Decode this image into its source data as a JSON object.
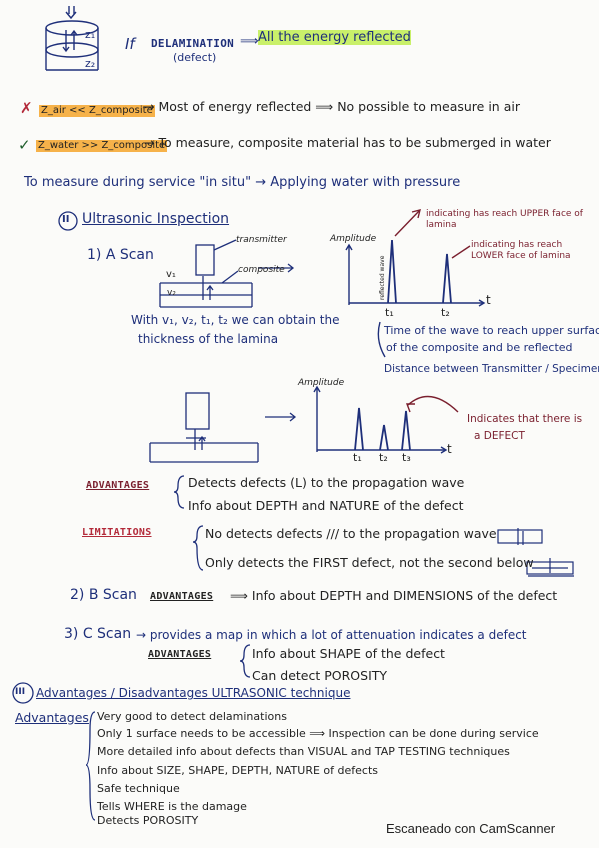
{
  "top": {
    "z1": "z₁",
    "z2": "z₂",
    "if_word": "If",
    "delam": "DELAMINATION",
    "arrow": "⟹",
    "all_reflected": "All the energy reflected",
    "defect_paren": "(defect)"
  },
  "impedance": {
    "line1_mark": "✗",
    "line1_eq": "Z_air << Z_composite",
    "line1_text": "→ Most of energy reflected ⟹ No possible to measure in air",
    "line2_mark": "✓",
    "line2_eq": "Z_water >> Z_composite",
    "line2_text": "→ To measure, composite material has to be submerged in water",
    "line3": "To measure during service \"in situ\" → Applying water with pressure"
  },
  "section2": {
    "num": "II",
    "title": "Ultrasonic Inspection",
    "a_scan": "1) A Scan",
    "transmitter": "transmitter",
    "composite": "composite",
    "v1": "v₁",
    "v2": "v₂",
    "amplitude": "Amplitude",
    "reflected_wave": "reflected wave",
    "t": "t",
    "t1": "t₁",
    "t2": "t₂",
    "t3": "t₃",
    "upper_note": "indicating has reach UPPER face of lamina",
    "lower_note": "indicating has reach LOWER face of lamina",
    "with_v": "With v₁, v₂, t₁, t₂ we can obtain the",
    "thickness": "thickness of the lamina",
    "time_note1": "Time of the wave to reach upper surface",
    "time_note2": "of the composite and be reflected",
    "distance_note": "Distance between Transmitter / Specimen",
    "defect_note1": "Indicates that there is",
    "defect_note2": "a DEFECT"
  },
  "advantages_a": {
    "label": "ADVANTAGES",
    "l1": "Detects defects (L) to the propagation wave",
    "l2": "Info about DEPTH and NATURE of the defect"
  },
  "limitations_a": {
    "label": "LIMITATIONS",
    "l1": "No detects defects /// to the propagation wave",
    "l2": "Only detects the FIRST defect, not the second below"
  },
  "b_scan": {
    "title": "2) B Scan",
    "adv": "ADVANTAGES",
    "text": "⟹ Info about DEPTH and DIMENSIONS of the defect"
  },
  "c_scan": {
    "title": "3) C Scan",
    "text": "→ provides a map in which a lot of attenuation indicates a defect",
    "adv": "ADVANTAGES",
    "l1": "Info about SHAPE of the defect",
    "l2": "Can detect POROSITY"
  },
  "section3": {
    "num": "III",
    "title": "Advantages / Disadvantages ULTRASONIC technique",
    "adv_label": "Advantages",
    "items": [
      "Very good to detect delaminations",
      "Only 1 surface needs to be accessible ⟹ Inspection can be done during service",
      "More detailed info about defects than VISUAL and TAP TESTING techniques",
      "Info about SIZE, SHAPE, DEPTH, NATURE of defects",
      "Safe technique",
      "Tells WHERE is the damage",
      "Detects POROSITY"
    ]
  },
  "footer": {
    "scanner": "Escaneado con CamScanner"
  },
  "colors": {
    "ink_blue": "#1e2f7a",
    "highlight_green": "#c9f06a",
    "highlight_orange": "#f6b24a",
    "highlight_pink": "#f2a0a6",
    "red": "#b32a3a"
  }
}
